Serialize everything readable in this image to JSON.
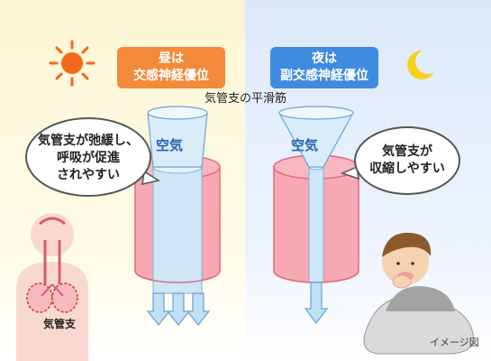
{
  "day": {
    "header_line1": "昼は",
    "header_line2": "交感神経優位",
    "bubble_line1": "気管支が弛緩し、",
    "bubble_line2": "呼吸が促進",
    "bubble_line3": "されやすい",
    "air_label": "空気",
    "color": "#f28a3a"
  },
  "night": {
    "header_line1": "夜は",
    "header_line2": "副交感神経優位",
    "bubble_line1": "気管支が",
    "bubble_line2": "収縮しやすい",
    "air_label": "空気",
    "color": "#3f8be0"
  },
  "muscle_label": "気管支の平滑筋",
  "bronchus_label": "気管支",
  "caption": "イメージ図",
  "icons": [
    "sun-icon",
    "moon-icon"
  ]
}
